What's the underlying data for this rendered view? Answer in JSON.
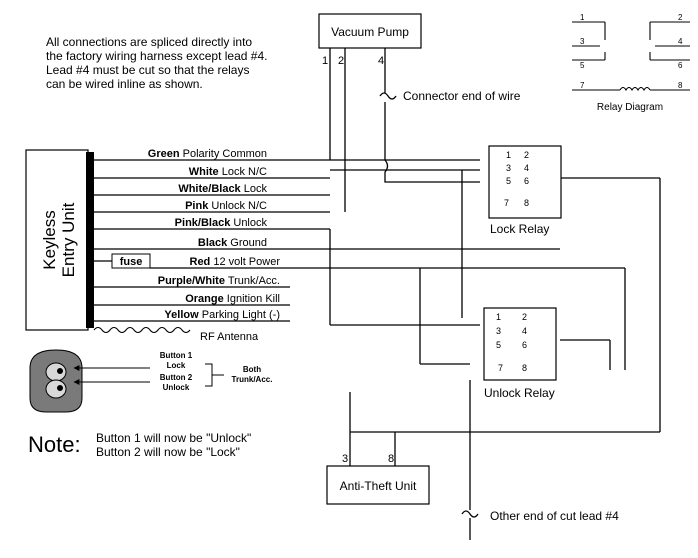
{
  "intro": {
    "line1": "All connections are spliced directly into",
    "line2": "the factory wiring harness except lead #4.",
    "line3": "Lead #4 must be cut so that the relays",
    "line4": "can be wired inline as shown."
  },
  "vacuum_pump": {
    "label": "Vacuum Pump",
    "pin1": "1",
    "pin2": "2",
    "pin4": "4"
  },
  "connector_label": "Connector end of wire",
  "keyless": {
    "line1": "Keyless",
    "line2": "Entry Unit"
  },
  "fuse_label": "fuse",
  "wires": [
    {
      "color": "Green",
      "desc": "Polarity Common"
    },
    {
      "color": "White",
      "desc": "Lock N/C"
    },
    {
      "color": "White/Black",
      "desc": "Lock"
    },
    {
      "color": "Pink",
      "desc": "Unlock N/C"
    },
    {
      "color": "Pink/Black",
      "desc": "Unlock"
    },
    {
      "color": "Black",
      "desc": "Ground"
    },
    {
      "color": "Red",
      "desc": "12 volt Power"
    },
    {
      "color": "Purple/White",
      "desc": "Trunk/Acc."
    },
    {
      "color": "Orange",
      "desc": "Ignition Kill"
    },
    {
      "color": "Yellow",
      "desc": "Parking Light (-)"
    }
  ],
  "antenna_label": "RF Antenna",
  "relay_pins": [
    "1",
    "2",
    "3",
    "4",
    "5",
    "6",
    "7",
    "8"
  ],
  "lock_relay_label": "Lock Relay",
  "unlock_relay_label": "Unlock Relay",
  "relay_diagram_label": "Relay Diagram",
  "remote": {
    "button1_line1": "Button 1",
    "button1_line2": "Lock",
    "button2_line1": "Button 2",
    "button2_line2": "Unlock",
    "both_line1": "Both",
    "both_line2": "Trunk/Acc."
  },
  "note": {
    "title": "Note:",
    "line1": "Button 1 will now be \"Unlock\"",
    "line2": "Button 2 will now be \"Lock\""
  },
  "anti_theft": {
    "label": "Anti-Theft Unit",
    "pin3": "3",
    "pin8": "8"
  },
  "other_end_label": "Other end of cut lead #4"
}
